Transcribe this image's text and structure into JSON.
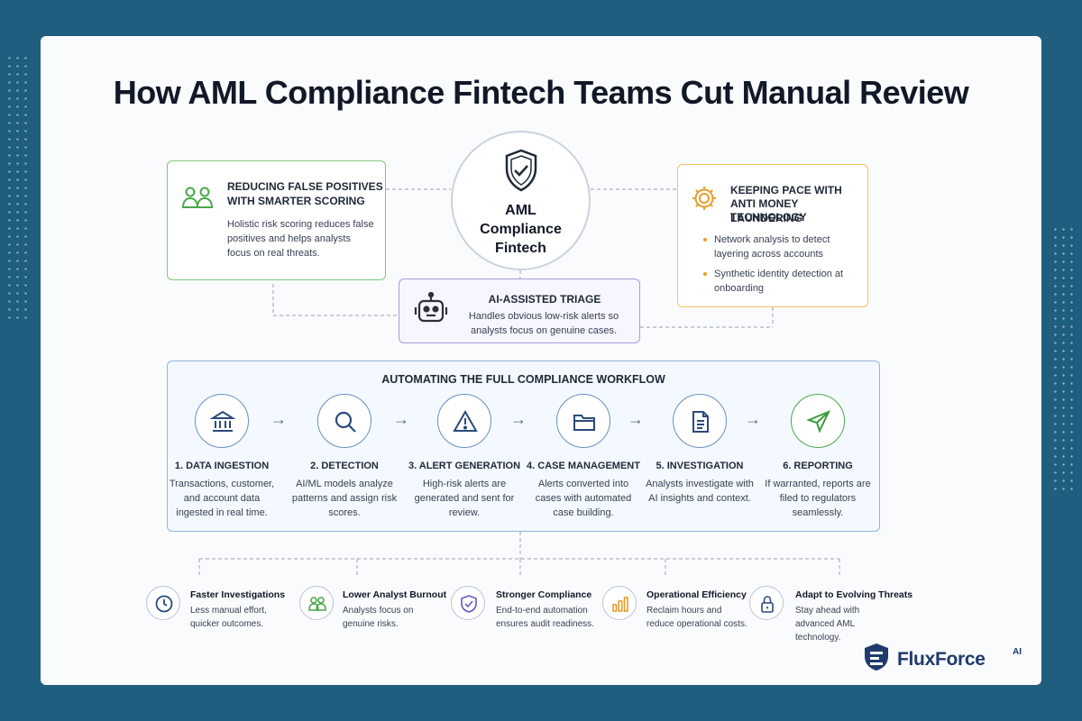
{
  "title": "How AML Compliance Fintech Teams Cut Manual Review",
  "center": {
    "label": "AML Compliance Fintech",
    "icon": "shield-check-icon"
  },
  "false_positives": {
    "title_line1": "REDUCING FALSE POSITIVES",
    "title_line2": "WITH SMARTER SCORING",
    "body": "Holistic risk scoring reduces false positives and helps analysts focus on real threats.",
    "icon": "users-icon",
    "color": "#7ec77a"
  },
  "keeping_pace": {
    "title_line1": "KEEPING PACE WITH",
    "title_line2": "ANTI MONEY LAUNDERING",
    "title_line3": "TECHNOLOGY",
    "bullets": [
      "Network analysis to detect layering across accounts",
      "Synthetic identity detection at onboarding"
    ],
    "icon": "gear-icon",
    "color": "#f3c25e"
  },
  "triage": {
    "title": "AI-ASSISTED TRIAGE",
    "body": "Handles obvious low-risk alerts so analysts focus on genuine cases.",
    "icon": "robot-icon",
    "color": "#a99be0"
  },
  "workflow": {
    "title": "AUTOMATING THE FULL COMPLIANCE WORKFLOW",
    "steps": [
      {
        "title": "1. DATA INGESTION",
        "desc": "Transactions, customer, and account data ingested in real time.",
        "icon": "bank-icon"
      },
      {
        "title": "2. DETECTION",
        "desc": "AI/ML models analyze patterns and assign risk scores.",
        "icon": "magnifier-icon"
      },
      {
        "title": "3. ALERT GENERATION",
        "desc": "High-risk alerts are generated and sent for review.",
        "icon": "warning-icon"
      },
      {
        "title": "4. CASE MANAGEMENT",
        "desc": "Alerts converted into cases with automated case building.",
        "icon": "folder-icon"
      },
      {
        "title": "5. INVESTIGATION",
        "desc": "Analysts investigate with AI insights and context.",
        "icon": "document-icon"
      },
      {
        "title": "6. REPORTING",
        "desc": "If warranted, reports are filed to regulators seamlessly.",
        "icon": "send-icon"
      }
    ],
    "arrow": "→"
  },
  "benefits": [
    {
      "title": "Faster Investigations",
      "desc": "Less manual effort, quicker outcomes.",
      "icon": "clock-icon"
    },
    {
      "title": "Lower Analyst Burnout",
      "desc": "Analysts focus on genuine risks.",
      "icon": "users-icon"
    },
    {
      "title": "Stronger Compliance",
      "desc": "End-to-end automation ensures audit readiness.",
      "icon": "shield-check-icon"
    },
    {
      "title": "Operational Efficiency",
      "desc": "Reclaim hours and reduce operational costs.",
      "icon": "bar-chart-icon"
    },
    {
      "title": "Adapt to Evolving Threats",
      "desc": "Stay ahead with advanced AML technology.",
      "icon": "lock-icon"
    }
  ],
  "logo": {
    "text": "FluxForce",
    "sup": "AI",
    "icon": "fluxforce-shield-icon"
  }
}
